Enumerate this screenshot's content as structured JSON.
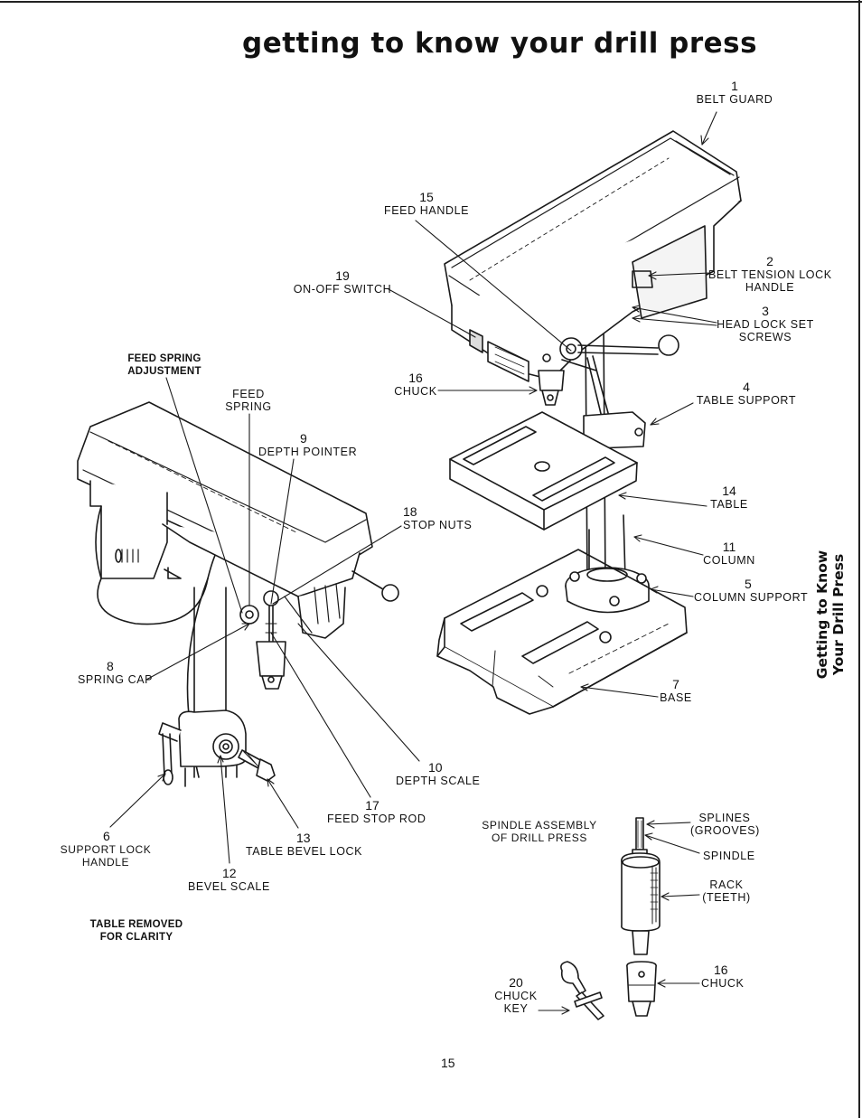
{
  "title": "getting to know your drill press",
  "side_tab": {
    "line1": "Getting to Know",
    "line2": "Your Drill Press"
  },
  "page_number": "15",
  "labels": {
    "belt_guard": {
      "num": "1",
      "text": "BELT GUARD"
    },
    "belt_tension_lock_handle": {
      "num": "2",
      "text1": "BELT TENSION LOCK",
      "text2": "HANDLE"
    },
    "head_lock_set_screws": {
      "num": "3",
      "text1": "HEAD LOCK SET",
      "text2": "SCREWS"
    },
    "table_support": {
      "num": "4",
      "text": "TABLE SUPPORT"
    },
    "column_support": {
      "num": "5",
      "text": "COLUMN SUPPORT"
    },
    "support_lock_handle": {
      "num": "6",
      "text1": "SUPPORT LOCK",
      "text2": "HANDLE"
    },
    "base": {
      "num": "7",
      "text": "BASE"
    },
    "spring_cap": {
      "num": "8",
      "text": "SPRING CAP"
    },
    "depth_pointer": {
      "num": "9",
      "text": "DEPTH POINTER"
    },
    "depth_scale": {
      "num": "10",
      "text": "DEPTH SCALE"
    },
    "column": {
      "num": "11",
      "text": "COLUMN"
    },
    "bevel_scale": {
      "num": "12",
      "text": "BEVEL SCALE"
    },
    "table_bevel_lock": {
      "num": "13",
      "text": "TABLE BEVEL LOCK"
    },
    "table": {
      "num": "14",
      "text": "TABLE"
    },
    "feed_handle": {
      "num": "15",
      "text": "FEED HANDLE"
    },
    "chuck_main": {
      "num": "16",
      "text": "CHUCK"
    },
    "feed_stop_rod": {
      "num": "17",
      "text": "FEED STOP ROD"
    },
    "stop_nuts": {
      "num": "18",
      "text": "STOP NUTS"
    },
    "on_off_switch": {
      "num": "19",
      "text": "ON-OFF SWITCH"
    },
    "chuck_key": {
      "num": "20",
      "text1": "CHUCK",
      "text2": "KEY"
    },
    "chuck_spindle": {
      "num": "16",
      "text": "CHUCK"
    },
    "feed_spring_adjustment": {
      "text1": "FEED SPRING",
      "text2": "ADJUSTMENT"
    },
    "feed_spring": {
      "text1": "FEED",
      "text2": "SPRING"
    },
    "table_removed": {
      "text1": "TABLE REMOVED",
      "text2": "FOR CLARITY"
    },
    "spindle_assembly": {
      "text1": "SPINDLE ASSEMBLY",
      "text2": "OF DRILL PRESS"
    },
    "splines": {
      "text1": "SPLINES",
      "text2": "(GROOVES)"
    },
    "spindle": {
      "text": "SPINDLE"
    },
    "rack": {
      "text1": "RACK",
      "text2": "(TEETH)"
    }
  }
}
